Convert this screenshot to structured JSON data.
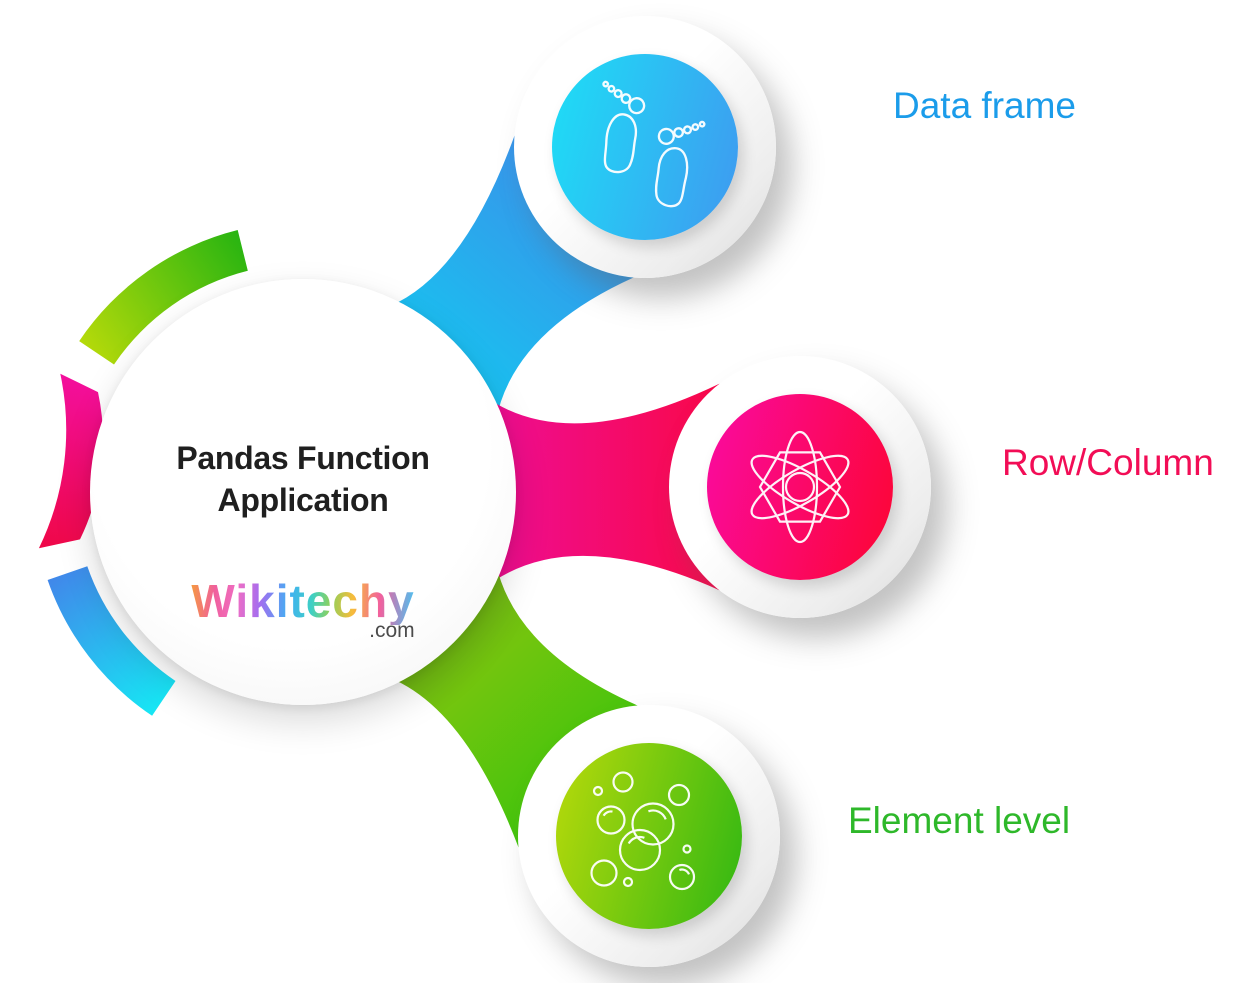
{
  "hub": {
    "title_line1": "Pandas Function",
    "title_line2": "Application",
    "logo_text": "Wikitechy",
    "logo_suffix": ".com",
    "title_color": "#1f1f1f"
  },
  "nodes": [
    {
      "label": "Data frame",
      "label_color": "#1b9cea",
      "icon": "footprints-icon",
      "circle_gradient": [
        "#1ddff6",
        "#3f99f0"
      ],
      "connector_gradient": [
        "#12cbf1",
        "#3b90e9"
      ]
    },
    {
      "label": "Row/Column",
      "label_color": "#f20d56",
      "icon": "atom-icon",
      "circle_gradient": [
        "#fa0ba2",
        "#fc0532"
      ],
      "connector_gradient": [
        "#ec0fa0",
        "#fc0736"
      ]
    },
    {
      "label": "Element level",
      "label_color": "#2eb82a",
      "icon": "bubbles-icon",
      "circle_gradient": [
        "#b9da0b",
        "#2fb713"
      ],
      "connector_gradient": [
        "#6f9e1e",
        "#3cc40c"
      ]
    }
  ],
  "hub_arcs": [
    {
      "name": "green-arc",
      "gradient": [
        "#27b411",
        "#b6da0a"
      ]
    },
    {
      "name": "pink-arc",
      "gradient": [
        "#f30f9d",
        "#ef0848"
      ]
    },
    {
      "name": "cyan-arc",
      "gradient": [
        "#4187ea",
        "#16e7f4"
      ]
    }
  ]
}
